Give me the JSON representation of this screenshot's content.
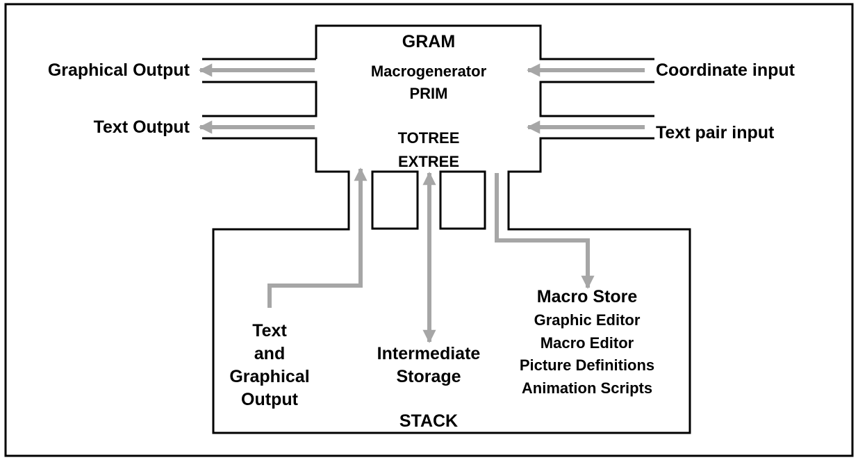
{
  "colors": {
    "line": "#000000",
    "arrow": "#a6a6a6",
    "background": "#ffffff"
  },
  "gram": {
    "title": "GRAM",
    "macrogenerator": "Macrogenerator",
    "prim": "PRIM",
    "totree": "TOTREE",
    "extree": "EXTREE"
  },
  "ports": {
    "graphical_output": "Graphical Output",
    "text_output": "Text Output",
    "coordinate_input": "Coordinate input",
    "text_pair_input": "Text pair input"
  },
  "stack": {
    "title": "STACK",
    "text_graphical_output": [
      "Text",
      "and",
      "Graphical",
      "Output"
    ],
    "intermediate_storage": [
      "Intermediate",
      "Storage"
    ],
    "macro_store_title": "Macro Store",
    "macro_store_items": [
      "Graphic Editor",
      "Macro Editor",
      "Picture Definitions",
      "Animation Scripts"
    ]
  }
}
